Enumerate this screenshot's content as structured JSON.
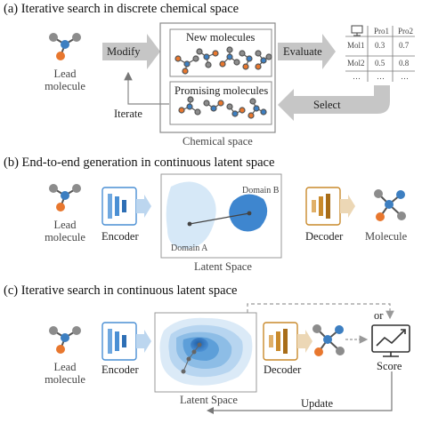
{
  "panel_a": {
    "title": "(a) Iterative search in discrete chemical space",
    "lead_molecule": "Lead\nmolecule",
    "modify": "Modify",
    "new_molecules": "New molecules",
    "evaluate": "Evaluate",
    "promising_molecules": "Promising molecules",
    "iterate": "Iterate",
    "select": "Select",
    "chemical_space": "Chemical space",
    "table": {
      "headers": [
        "Pro1",
        "Pro2"
      ],
      "rows": [
        {
          "name": "Mol1",
          "values": [
            "0.3",
            "0.7"
          ]
        },
        {
          "name": "Mol2",
          "values": [
            "0.5",
            "0.8"
          ]
        },
        {
          "name": "…",
          "values": [
            "…",
            "…"
          ]
        }
      ]
    }
  },
  "panel_b": {
    "title": "(b) End-to-end generation in continuous latent space",
    "lead_molecule": "Lead\nmolecule",
    "encoder": "Encoder",
    "domain_a": "Domain A",
    "domain_b": "Domain B",
    "latent_space": "Latent Space",
    "decoder": "Decoder",
    "molecule": "Molecule"
  },
  "panel_c": {
    "title": "(c) Iterative search in continuous latent space",
    "lead_molecule": "Lead\nmolecule",
    "encoder": "Encoder",
    "latent_space": "Latent Space",
    "decoder": "Decoder",
    "or": "or",
    "score": "Score",
    "update": "Update"
  },
  "colors": {
    "atom_orange": "#e8772e",
    "atom_gray": "#8c8c8c",
    "atom_blue": "#3d7fc1",
    "encoder_blue": "#4a8fd4",
    "decoder_gold": "#c98a2c",
    "arrow_gray": "#c6c6c6",
    "domain_a": "#d6e8f7",
    "domain_b": "#3e86cf"
  }
}
